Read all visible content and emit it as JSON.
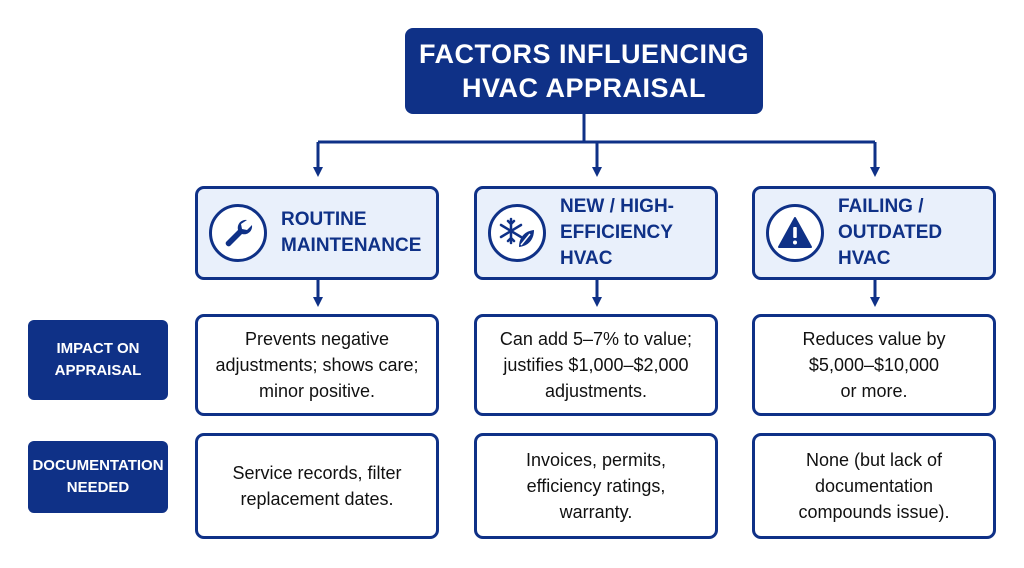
{
  "title": "FACTORS INFLUENCING\nHVAC APPRAISAL",
  "categories": [
    {
      "label": "ROUTINE\nMAINTENANCE",
      "icon": "wrench-icon"
    },
    {
      "label": "NEW / HIGH-\nEFFICIENCY HVAC",
      "icon": "snowflake-leaf-icon"
    },
    {
      "label": "FAILING /\nOUTDATED HVAC",
      "icon": "warning-icon"
    }
  ],
  "rows": [
    {
      "label": "IMPACT ON\nAPPRAISAL",
      "cells": [
        "Prevents negative\nadjustments; shows care;\nminor positive.",
        "Can add 5–7% to value;\njustifies $1,000–$2,000\nadjustments.",
        "Reduces value by\n$5,000–$10,000\nor more."
      ]
    },
    {
      "label": "DOCUMENTATION\nNEEDED",
      "cells": [
        "Service records, filter\nreplacement dates.",
        "Invoices, permits,\nefficiency ratings,\nwarranty.",
        "None (but lack of\ndocumentation\ncompounds issue)."
      ]
    }
  ],
  "colors": {
    "primary": "#0f3187",
    "category_fill": "#e9f0fb"
  }
}
